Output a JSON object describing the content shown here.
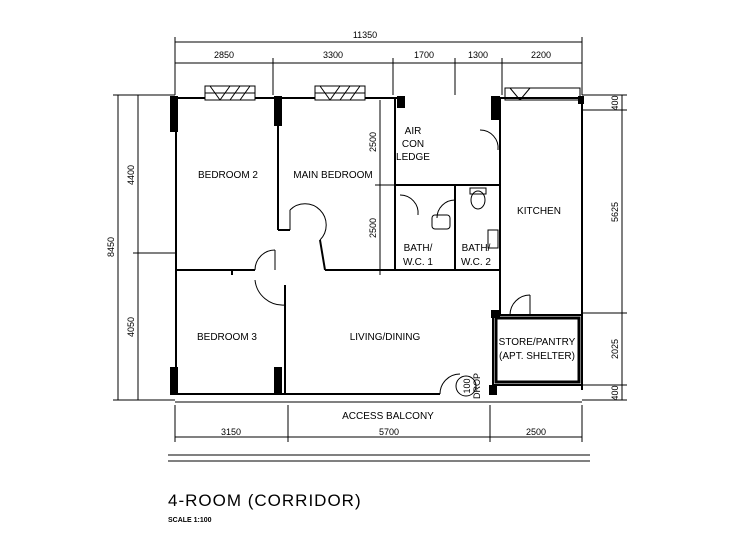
{
  "title": "4-ROOM (CORRIDOR)",
  "scale": "SCALE  1:100",
  "rooms": {
    "bedroom2": "BEDROOM 2",
    "main_bedroom": "MAIN BEDROOM",
    "air_con_ledge": [
      "AIR",
      "CON",
      "LEDGE"
    ],
    "kitchen": "KITCHEN",
    "bath1": [
      "BATH/",
      "W.C. 1"
    ],
    "bath2": [
      "BATH/",
      "W.C. 2"
    ],
    "bedroom3": "BEDROOM 3",
    "living_dining": "LIVING/DINING",
    "store_pantry": [
      "STORE/PANTRY",
      "(APT. SHELTER)"
    ],
    "drop": [
      "100",
      "DROP"
    ],
    "access_balcony": "ACCESS BALCONY"
  },
  "dimensions": {
    "top_total": "11350",
    "top_segments": [
      "2850",
      "3300",
      "1700",
      "1300",
      "2200"
    ],
    "bottom_segments": [
      "3150",
      "5700",
      "2500"
    ],
    "left_total": "8450",
    "left_segments": [
      "4400",
      "4050"
    ],
    "middle_segments": [
      "2500",
      "2500"
    ],
    "right_segments": [
      "400",
      "5625",
      "2025",
      "400"
    ]
  },
  "colors": {
    "ink": "#000000",
    "paper": "#ffffff"
  }
}
